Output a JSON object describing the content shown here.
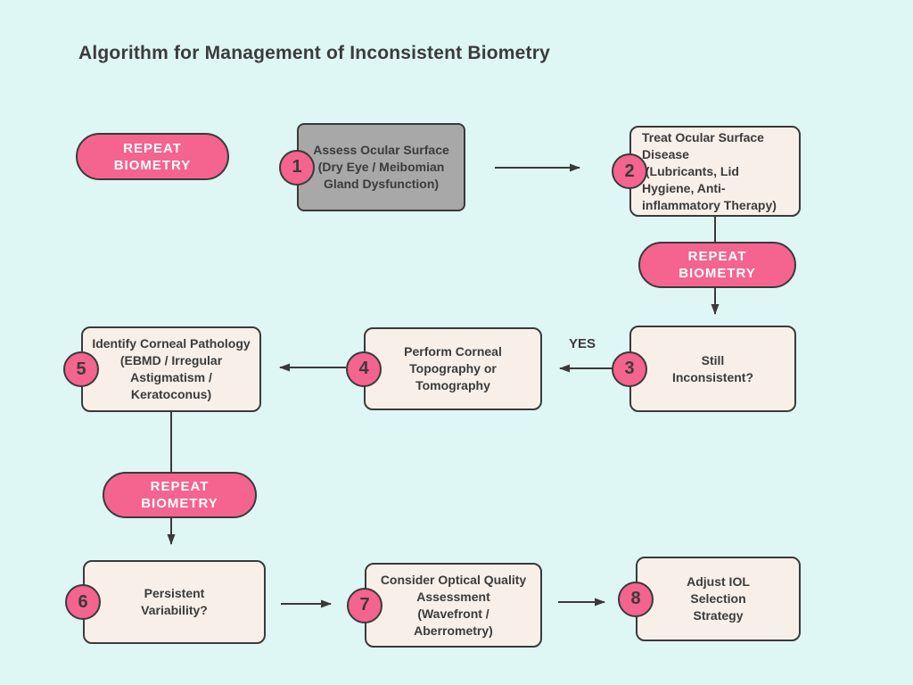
{
  "title": "Algorithm for Management of Inconsistent Biometry",
  "colors": {
    "background": "#def7f4",
    "pink": "#f4648e",
    "cream": "#f8efe9",
    "gray": "#a8a8a8",
    "border": "#3a3a3a",
    "text": "#3b3b3b",
    "pill_text": "#ffffff"
  },
  "pills": [
    {
      "label": "REPEAT\nBIOMETRY"
    },
    {
      "label": "REPEAT\nBIOMETRY"
    },
    {
      "label": "REPEAT\nBIOMETRY"
    }
  ],
  "nodes": [
    {
      "number": "1",
      "text": "Assess Ocular Surface\n(Dry Eye / Meibomian\nGland Dysfunction)"
    },
    {
      "number": "2",
      "text": "Treat Ocular Surface\nDisease\n (Lubricants, Lid\nHygiene, Anti-\ninflammatory Therapy)"
    },
    {
      "number": "3",
      "text": "Still\nInconsistent?"
    },
    {
      "number": "4",
      "text": "Perform Corneal\nTopography or\nTomography"
    },
    {
      "number": "5",
      "text": "Identify Corneal Pathology\n(EBMD / Irregular\nAstigmatism /\nKeratoconus)"
    },
    {
      "number": "6",
      "text": "Persistent\nVariability?"
    },
    {
      "number": "7",
      "text": "Consider Optical Quality\nAssessment\n(Wavefront /\nAberrometry)"
    },
    {
      "number": "8",
      "text": "Adjust IOL\nSelection\nStrategy"
    }
  ],
  "edge_labels": {
    "yes": "YES"
  }
}
